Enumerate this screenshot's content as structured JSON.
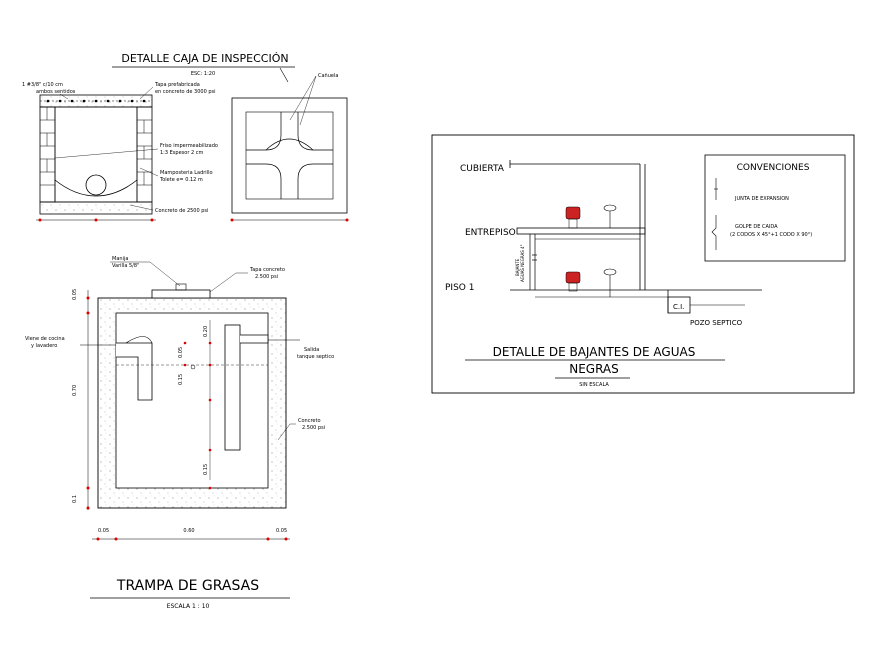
{
  "caja": {
    "title": "DETALLE CAJA DE INSPECCIÓN",
    "scale": "ESC:       1:20",
    "ann_varilla_1": "1 #3/8\" c/10 cm",
    "ann_varilla_2": "ambos sentidos",
    "ann_tapa_1": "Tapa prefabricada",
    "ann_tapa_2": "en concreto de 3000 psi",
    "ann_cañuela": "Cañuela",
    "ann_friso_1": "Friso impermeabilizado",
    "ann_friso_2": "1:3 Espesor 2 cm",
    "ann_mamp_1": "Mamposteria Ladrillo",
    "ann_mamp_2": "Tolete e= 0.12 m",
    "ann_concreto": "Concreto de 2500 psi"
  },
  "trampa": {
    "title": "TRAMPA DE GRASAS",
    "scale": "ESCALA   1 : 10",
    "ann_manija_1": "Manija",
    "ann_manija_2": "Varilla 5/8\"",
    "ann_tapa_1": "Tapa concreto",
    "ann_tapa_2": "2.500 psi",
    "ann_viene_1": "Viene de cocina",
    "ann_viene_2": "y lavadero",
    "ann_salida_1": "Salida",
    "ann_salida_2": "tanque septico",
    "ann_concreto_1": "Concreto",
    "ann_concreto_2": "2.500 psi",
    "dim_top": "0.05",
    "dim_height": "0.70",
    "dim_bottom": "0.1",
    "dim_inner_1": "0.05",
    "dim_inner_2": "0.15",
    "dim_inner_3": "0.20",
    "dim_inner_4": "0.15",
    "dim_width_left": "0.05",
    "dim_width": "0.60",
    "dim_width_right": "0.05"
  },
  "bajantes": {
    "title_1": "DETALLE  DE  BAJANTES  DE  AGUAS",
    "title_2": "NEGRAS",
    "scale": "SIN ESCALA",
    "cubierta": "CUBIERTA",
    "entrepiso": "ENTREPISO",
    "piso": "PISO   1",
    "ci": "C.I.",
    "pozo": "POZO SEPTICO",
    "bajante_1": "BAJANTE",
    "bajante_2": "AGUAS NEGRAS 4\"",
    "conv_title": "CONVENCIONES",
    "conv_junta": "JUNTA DE EXPANSION",
    "conv_golpe_1": "GOLPE DE CAIDA",
    "conv_golpe_2": "(2 CODOS X 45°+1 CODO X 90°)"
  },
  "colors": {
    "line": "#000000",
    "hatch": "#b0b0b0",
    "dim_dot": "#e00000",
    "fixture": "#cc2222"
  }
}
